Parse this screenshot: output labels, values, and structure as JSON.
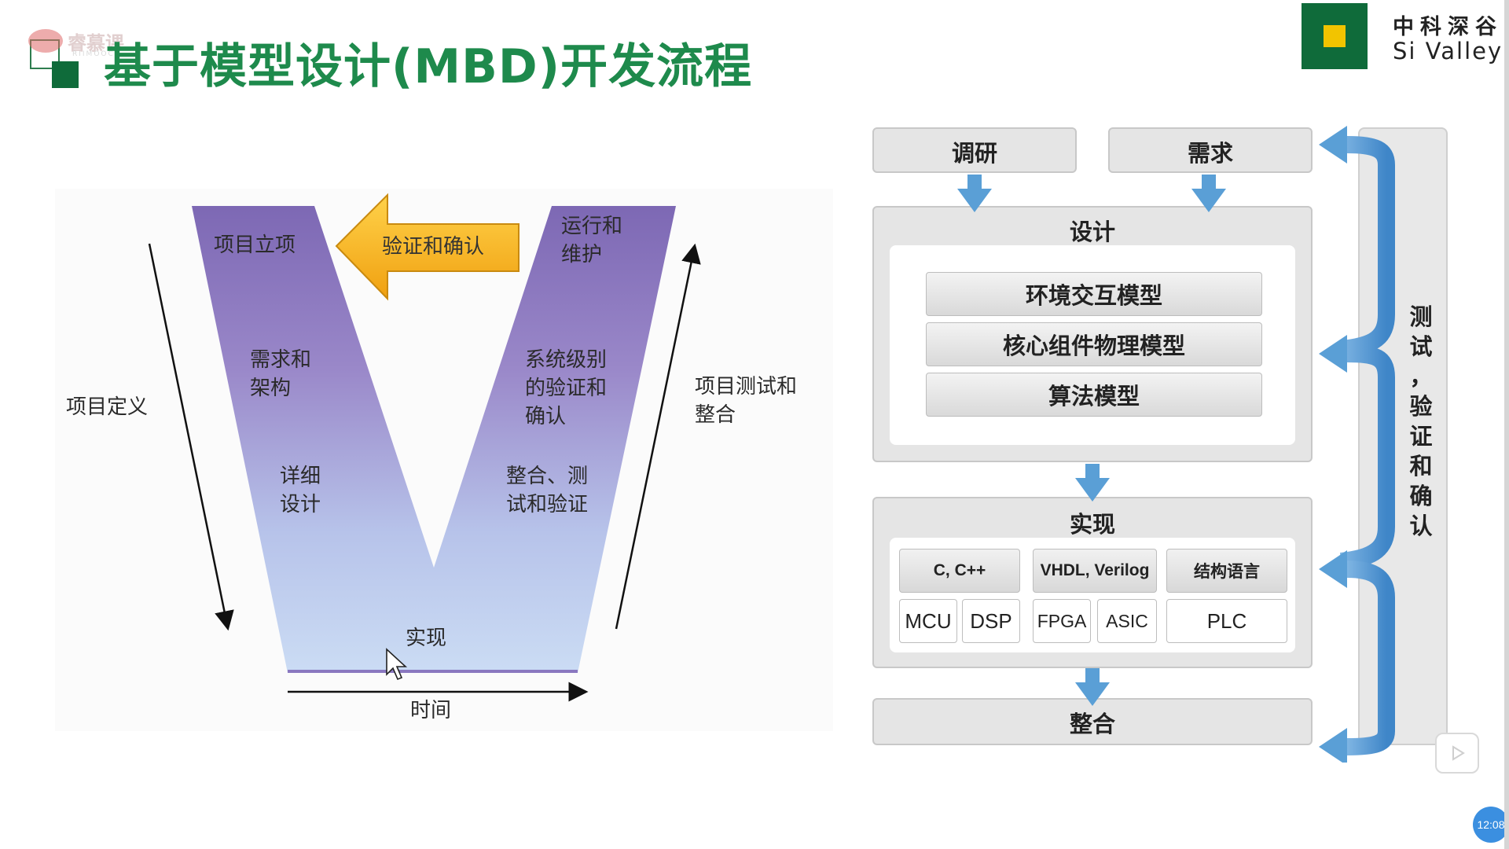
{
  "header": {
    "title": "基于模型设计(MBD)开发流程",
    "watermark": "睿慕课",
    "watermark_sub": "RIIMOOC",
    "logo_cn": "中科深谷",
    "logo_en": "Si Valley"
  },
  "v_model": {
    "stages_left": [
      {
        "id": "project-initiation",
        "lines": [
          "项目立项"
        ]
      },
      {
        "id": "requirements-architecture",
        "lines": [
          "需求和",
          "架构"
        ]
      },
      {
        "id": "detailed-design",
        "lines": [
          "详细",
          "设计"
        ]
      }
    ],
    "stages_right": [
      {
        "id": "operation-maintenance",
        "lines": [
          "运行和",
          "维护"
        ]
      },
      {
        "id": "system-verification",
        "lines": [
          "系统级别",
          "的验证和",
          "确认"
        ]
      },
      {
        "id": "integration-test",
        "lines": [
          "整合、测",
          "试和验证"
        ]
      }
    ],
    "bottom": "实现",
    "feedback_arrow": "验证和确认",
    "axis_left": "项目定义",
    "axis_right": [
      "项目测试和",
      "整合"
    ],
    "axis_bottom": "时间"
  },
  "flow": {
    "research": "调研",
    "requirements": "需求",
    "design": {
      "title": "设计",
      "models": [
        "环境交互模型",
        "核心组件物理模型",
        "算法模型"
      ]
    },
    "implementation": {
      "title": "实现",
      "languages": [
        "C, C++",
        "VHDL, Verilog",
        "结构语言"
      ],
      "hardware": [
        "MCU",
        "DSP",
        "FPGA",
        "ASIC",
        "PLC"
      ]
    },
    "integration": "整合",
    "side_label": [
      "测",
      "试",
      "，",
      "验",
      "证",
      "和",
      "确",
      "认"
    ]
  },
  "overlay": {
    "time": "12:08"
  },
  "colors": {
    "title_green": "#1e8a4c",
    "logo_green": "#0f6b3a",
    "logo_yellow": "#f2c400",
    "arrow_orange": "#f6b21a",
    "arrow_blue": "#5a9fd6",
    "v_purple": "#8f7bc2",
    "v_light_blue": "#c6d9f2"
  }
}
